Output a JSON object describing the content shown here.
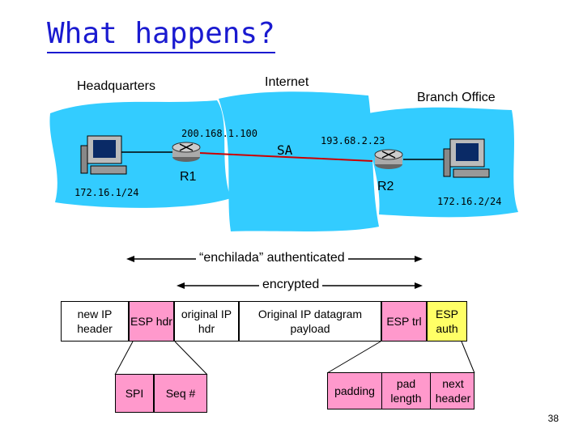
{
  "title": "What happens?",
  "sites": {
    "hq": "Headquarters",
    "internet": "Internet",
    "branch": "Branch Office"
  },
  "addresses": {
    "r1_public": "200.168.1.100",
    "r2_public": "193.68.2.23",
    "hq_net": "172.16.1/24",
    "branch_net": "172.16.2/24"
  },
  "routers": {
    "r1": "R1",
    "r2": "R2"
  },
  "sa_label": "SA",
  "ranges": {
    "authenticated": "“enchilada” authenticated",
    "encrypted": "encrypted"
  },
  "packet": {
    "new_ip": "new IP header",
    "esp_hdr": "ESP hdr",
    "orig_ip": "original IP hdr",
    "payload": "Original IP datagram payload",
    "esp_trl": "ESP trl",
    "esp_auth": "ESP auth"
  },
  "details": {
    "spi": "SPI",
    "seq": "Seq #",
    "padding": "padding",
    "pad_length": "pad length",
    "next_header": "next header"
  },
  "colors": {
    "title": "#1a1ad0",
    "cloud": "#33ccff",
    "esp_pink": "#ff99cc",
    "esp_auth_yellow": "#ffff66",
    "sa_line": "#cc0000"
  },
  "page_number": "38"
}
